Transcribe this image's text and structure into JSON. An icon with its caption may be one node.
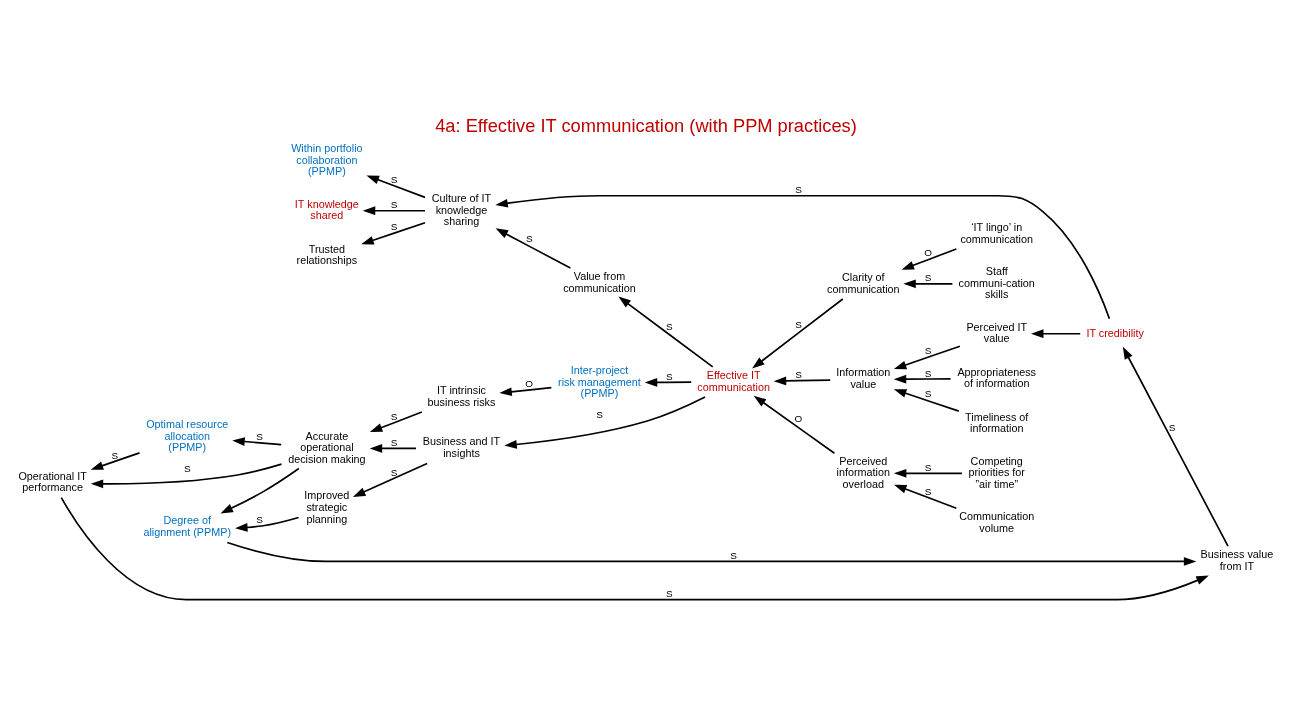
{
  "diagram": {
    "title": "4a: Effective IT communication (with PPM practices)",
    "nodes": [
      {
        "text": [
          "Business value from IT"
        ]
      },
      {
        "text": [
          "Degree of alignment (PPMP)"
        ]
      },
      {
        "text": [
          "Optimal resource allocation (PPMP)"
        ]
      },
      {
        "text": [
          "Accurate operational decision making"
        ]
      },
      {
        "text": [
          "Operational IT performance"
        ]
      },
      {
        "text": [
          "IT credibility"
        ]
      },
      {
        "text": [
          "Trusted relationships"
        ]
      },
      {
        "text": [
          "Within portfolio collaboration (PPMP)"
        ]
      },
      {
        "text": [
          "IT intrinsic business risks"
        ]
      },
      {
        "text": [
          "Improved strategic planning"
        ]
      },
      {
        "text": [
          "Inter-project risk management (PPMP)"
        ]
      },
      {
        "text": [
          "Business and IT insights"
        ]
      },
      {
        "text": [
          "Culture of IT knowledge sharing"
        ]
      },
      {
        "text": [
          "Value from communication"
        ]
      },
      {
        "text": [
          "Effective IT communication"
        ]
      },
      {
        "text": [
          "‘IT lingo’ in communication"
        ]
      },
      {
        "text": [
          "Clarity of communication"
        ]
      },
      {
        "text": [
          "Staff communi-cation skills"
        ]
      },
      {
        "text": [
          "IT knowledge shared"
        ]
      },
      {
        "text": [
          "Information value"
        ]
      },
      {
        "text": [
          "Perceived information overload"
        ]
      },
      {
        "text": [
          "Competing priorities for ”air time”"
        ]
      },
      {
        "text": [
          "Perceived IT value"
        ]
      },
      {
        "text": [
          "Appropriateness of information"
        ]
      },
      {
        "text": [
          "Timeliness of information"
        ]
      },
      {
        "text": [
          "Communication volume"
        ]
      }
    ],
    "edges": [
      {
        "from": 1,
        "to": 0,
        "arrow": "to",
        "label": "S"
      },
      {
        "from": 4,
        "to": 0,
        "arrow": "to",
        "label": "S"
      },
      {
        "from": 2,
        "to": 4,
        "arrow": "to",
        "label": "S"
      },
      {
        "from": 3,
        "to": 4,
        "arrow": "to",
        "label": "S"
      },
      {
        "from": 3,
        "to": 2,
        "arrow": "to",
        "label": "S"
      },
      {
        "from": 3,
        "to": 1,
        "arrow": "to"
      },
      {
        "from": 9,
        "to": 1,
        "arrow": "to",
        "label": "S"
      },
      {
        "from": 0,
        "to": 5,
        "arrow": "to",
        "label": "S"
      },
      {
        "from": 8,
        "to": 3,
        "arrow": "to",
        "label": "S"
      },
      {
        "from": 11,
        "to": 3,
        "arrow": "to",
        "label": "S"
      },
      {
        "from": 10,
        "to": 8,
        "arrow": "to",
        "label": "O"
      },
      {
        "from": 11,
        "to": 9,
        "arrow": "to",
        "label": "S"
      },
      {
        "from": 14,
        "to": 11,
        "arrow": "to",
        "label": "S"
      },
      {
        "from": 14,
        "to": 10,
        "arrow": "to",
        "label": "S"
      },
      {
        "from": 14,
        "to": 13,
        "arrow": "to",
        "label": "S"
      },
      {
        "from": 13,
        "to": 12,
        "arrow": "to",
        "label": "S"
      },
      {
        "from": 5,
        "to": 12,
        "arrow": "to",
        "label": "S"
      },
      {
        "from": 12,
        "to": 6,
        "arrow": "to",
        "label": "S"
      },
      {
        "from": 12,
        "to": 7,
        "arrow": "to",
        "label": "S"
      },
      {
        "from": 12,
        "to": 18,
        "arrow": "to",
        "label": "S"
      },
      {
        "from": 5,
        "to": 22,
        "arrow": "to"
      },
      {
        "from": 22,
        "to": 19,
        "arrow": "to",
        "label": "S"
      },
      {
        "from": 23,
        "to": 19,
        "arrow": "to",
        "label": "S"
      },
      {
        "from": 24,
        "to": 19,
        "arrow": "to",
        "label": "S"
      },
      {
        "from": 19,
        "to": 14,
        "arrow": "to",
        "label": "S"
      },
      {
        "from": 16,
        "to": 14,
        "arrow": "to",
        "label": "S"
      },
      {
        "from": 20,
        "to": 14,
        "arrow": "to",
        "label": "O"
      },
      {
        "from": 15,
        "to": 16,
        "arrow": "to",
        "label": "O"
      },
      {
        "from": 17,
        "to": 16,
        "arrow": "to",
        "label": "S"
      },
      {
        "from": 21,
        "to": 20,
        "arrow": "to",
        "label": "S"
      },
      {
        "from": 25,
        "to": 20,
        "arrow": "to",
        "label": "S"
      }
    ]
  }
}
